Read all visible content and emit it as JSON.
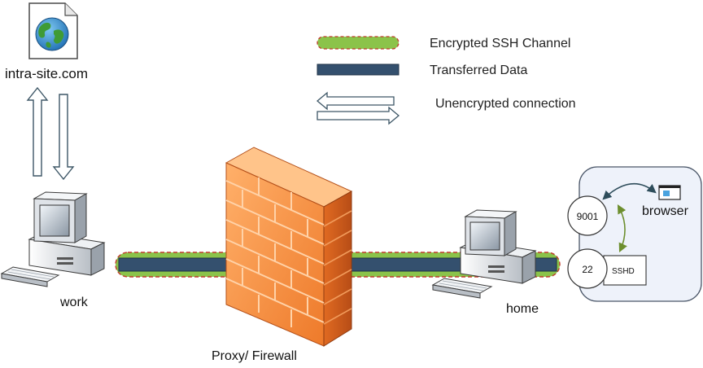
{
  "site": {
    "label": "intra-site.com",
    "icon": "globe-document-icon"
  },
  "legend": [
    {
      "key": "encrypted",
      "label": "Encrypted SSH Channel"
    },
    {
      "key": "data",
      "label": "Transferred Data"
    },
    {
      "key": "unencrypted",
      "label": "Unencrypted connection"
    }
  ],
  "nodes": {
    "work": {
      "label": "work",
      "icon": "desktop-computer-icon"
    },
    "firewall": {
      "label": "Proxy/ Firewall",
      "icon": "brick-wall-icon"
    },
    "home": {
      "label": "home",
      "icon": "desktop-computer-icon"
    }
  },
  "home_detail": {
    "port_local": "9001",
    "port_ssh": "22",
    "sshd_label": "SSHD",
    "browser_label": "browser"
  },
  "colors": {
    "tunnel_green": "#8bc34a",
    "tunnel_dash": "#c0392b",
    "data_blue": "#34506e",
    "wall_light": "#f7a05a",
    "wall_mid": "#f08030",
    "wall_dark": "#c9551a",
    "panel_bg": "#eef2fa",
    "panel_border": "#4a5668"
  }
}
